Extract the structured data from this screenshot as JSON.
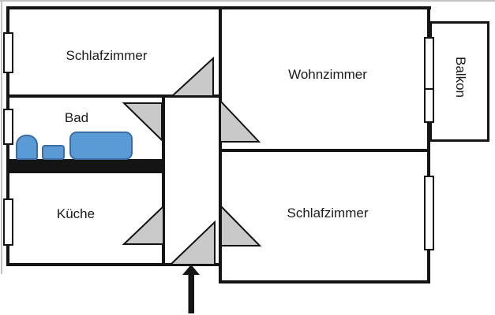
{
  "rooms": {
    "schlafzimmer_top_left": {
      "label": "Schlafzimmer"
    },
    "wohnzimmer": {
      "label": "Wohnzimmer"
    },
    "balkon": {
      "label": "Balkon"
    },
    "bad": {
      "label": "Bad"
    },
    "kueche": {
      "label": "Küche"
    },
    "schlafzimmer_bottom_right": {
      "label": "Schlafzimmer"
    }
  },
  "colors": {
    "wall": "#141414",
    "door_swing_fill": "#c9c9c9",
    "fixture_fill": "#5b9bd5",
    "fixture_border": "#3a6ea5",
    "background": "#ffffff",
    "label_text": "#1a1a1a"
  },
  "elements": {
    "door_swing_icons": [
      "door-swing-schlafzimmer-top-left",
      "door-swing-bad",
      "door-swing-wohnzimmer",
      "door-swing-kueche",
      "door-swing-entry",
      "door-swing-schlafzimmer-bottom-right"
    ],
    "bath_fixture_icons": [
      "toilet-icon",
      "sink-icon",
      "bathtub-icon"
    ],
    "window_markers": [
      "window-schlafzimmer-top-left",
      "window-bad",
      "window-kueche",
      "balcony-door",
      "window-wohnzimmer",
      "window-schlafzimmer-bottom-right"
    ],
    "entrance_arrow": "entrance-arrow-icon"
  }
}
